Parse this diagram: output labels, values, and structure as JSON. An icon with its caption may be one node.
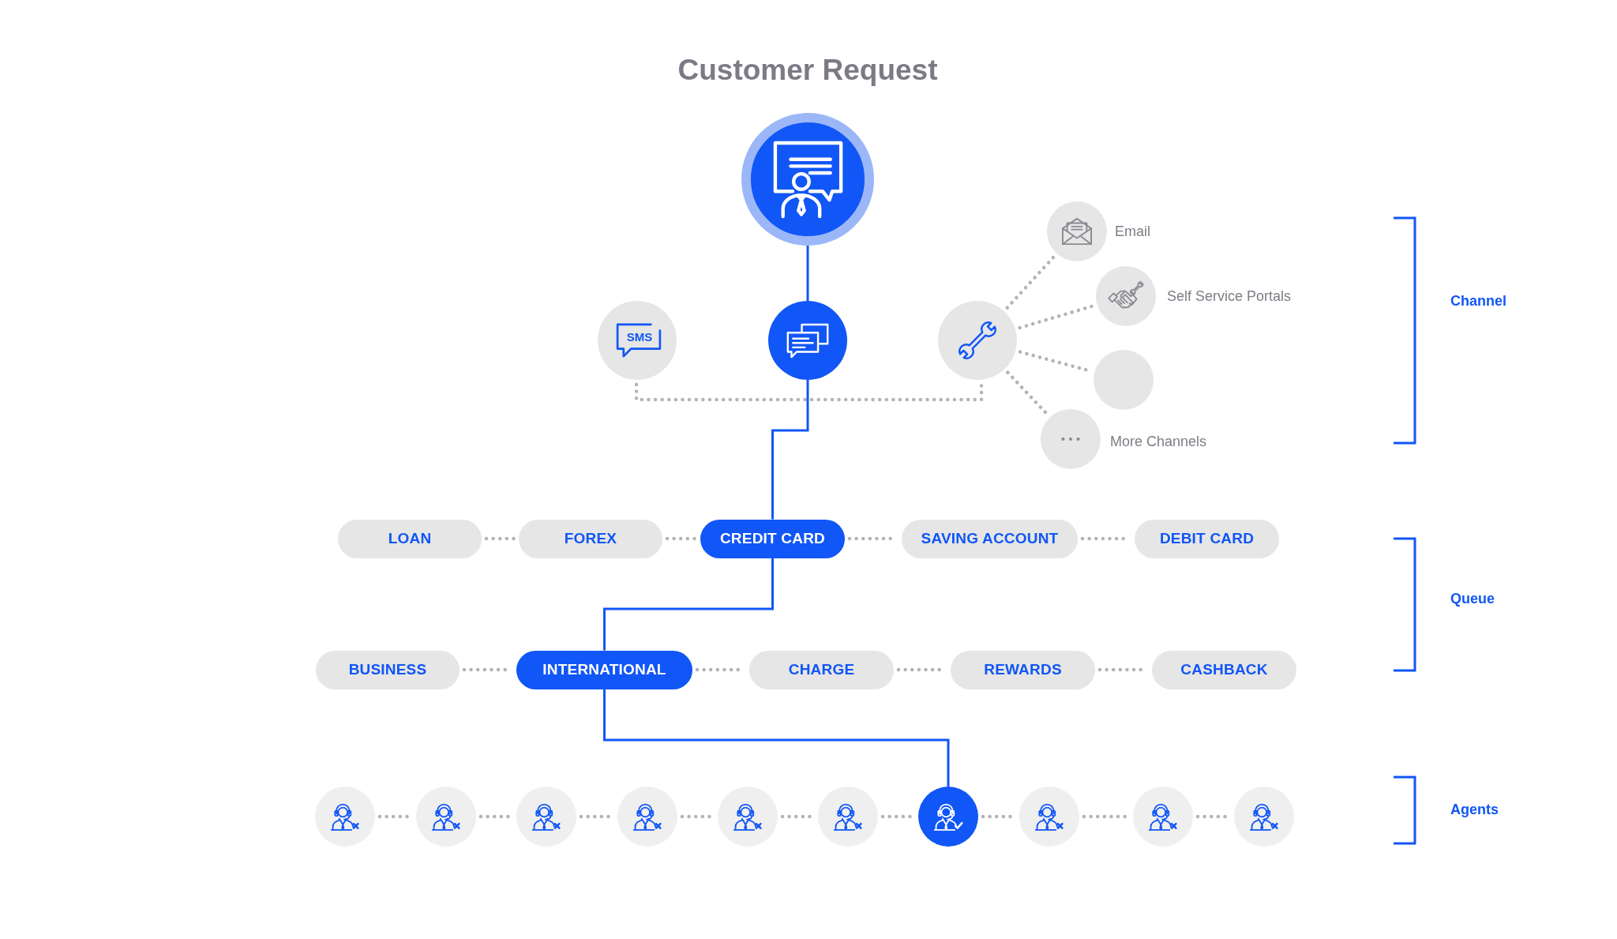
{
  "diagram": {
    "title": "Customer Request",
    "nodes": [
      {
        "text": [],
        "shape": "circle"
      },
      {
        "text": [
          "SMS"
        ]
      },
      {
        "text": [],
        "shape": "circle"
      },
      {
        "text": [],
        "shape": "circle"
      },
      {
        "text": [],
        "shape": "circle",
        "beside": [
          "Email"
        ]
      },
      {
        "text": [],
        "shape": "circle",
        "beside": [
          "Self Service Portals"
        ]
      },
      {
        "text": [],
        "shape": "circle"
      },
      {
        "text": [],
        "shape": "circle",
        "beside": [
          "More Channels"
        ]
      },
      {
        "text": [
          "LOAN"
        ]
      },
      {
        "text": [
          "FOREX"
        ]
      },
      {
        "text": [
          "CREDIT CARD"
        ]
      },
      {
        "text": [
          "SAVING ACCOUNT"
        ]
      },
      {
        "text": [
          "DEBIT CARD"
        ]
      },
      {
        "text": [
          "BUSINESS"
        ]
      },
      {
        "text": [
          "INTERNATIONAL"
        ]
      },
      {
        "text": [
          "CHARGE"
        ]
      },
      {
        "text": [
          "REWARDS"
        ]
      },
      {
        "text": [
          "CASHBACK"
        ]
      },
      {
        "text": [],
        "shape": "circle"
      },
      {
        "text": [],
        "shape": "circle"
      },
      {
        "text": [],
        "shape": "circle"
      },
      {
        "text": [],
        "shape": "circle"
      },
      {
        "text": [],
        "shape": "circle"
      },
      {
        "text": [],
        "shape": "circle"
      },
      {
        "text": [],
        "shape": "circle"
      },
      {
        "text": [],
        "shape": "circle"
      },
      {
        "text": [],
        "shape": "circle"
      },
      {
        "text": [],
        "shape": "circle"
      }
    ],
    "edges": [
      {
        "from": 0,
        "to": 2,
        "arrow": "none",
        "color": "#1156f6"
      },
      {
        "from": 2,
        "to": 10,
        "arrow": "none",
        "color": "#1156f6"
      },
      {
        "from": 10,
        "to": 14,
        "arrow": "none",
        "color": "#1156f6"
      },
      {
        "from": 14,
        "to": 24,
        "arrow": "none",
        "color": "#1156f6"
      },
      {
        "from": 1,
        "to": 3,
        "arrow": "none",
        "style": "dashed"
      },
      {
        "from": 3,
        "to": 4,
        "arrow": "none",
        "style": "dashed"
      },
      {
        "from": 3,
        "to": 5,
        "arrow": "none",
        "style": "dashed"
      },
      {
        "from": 3,
        "to": 6,
        "arrow": "none",
        "style": "dashed"
      },
      {
        "from": 3,
        "to": 7,
        "arrow": "none",
        "style": "dashed"
      },
      {
        "from": 8,
        "to": 9,
        "arrow": "none",
        "style": "dashed"
      },
      {
        "from": 9,
        "to": 10,
        "arrow": "none",
        "style": "dashed"
      },
      {
        "from": 10,
        "to": 11,
        "arrow": "none",
        "style": "dashed"
      },
      {
        "from": 11,
        "to": 12,
        "arrow": "none",
        "style": "dashed"
      },
      {
        "from": 13,
        "to": 14,
        "arrow": "none",
        "style": "dashed"
      },
      {
        "from": 14,
        "to": 15,
        "arrow": "none",
        "style": "dashed"
      },
      {
        "from": 15,
        "to": 16,
        "arrow": "none",
        "style": "dashed"
      },
      {
        "from": 16,
        "to": 17,
        "arrow": "none",
        "style": "dashed"
      },
      {
        "from": 18,
        "to": 19,
        "arrow": "none",
        "style": "dashed"
      },
      {
        "from": 19,
        "to": 20,
        "arrow": "none",
        "style": "dashed"
      },
      {
        "from": 20,
        "to": 21,
        "arrow": "none",
        "style": "dashed"
      },
      {
        "from": 21,
        "to": 22,
        "arrow": "none",
        "style": "dashed"
      },
      {
        "from": 22,
        "to": 23,
        "arrow": "none",
        "style": "dashed"
      },
      {
        "from": 23,
        "to": 24,
        "arrow": "none",
        "style": "dashed"
      },
      {
        "from": 24,
        "to": 25,
        "arrow": "none",
        "style": "dashed"
      },
      {
        "from": 25,
        "to": 26,
        "arrow": "none",
        "style": "dashed"
      },
      {
        "from": 26,
        "to": 27,
        "arrow": "none",
        "style": "dashed"
      }
    ],
    "labels": [
      "Channel",
      "Queue",
      "Agents"
    ]
  }
}
